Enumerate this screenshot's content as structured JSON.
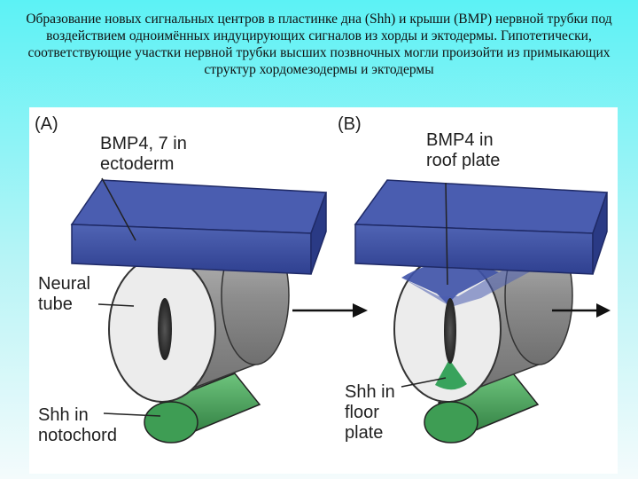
{
  "caption": "Образование новых сигнальных центров в пластинке дна (Shh) и крыши (BMP) нервной трубки под воздействием одноимённых индуцирующих сигналов из хорды и эктодермы. Гипотетически, соответствующие участки нервной трубки высших позвночных могли произойти из примыкающих структур хордомезодермы и эктодермы",
  "panel_a": {
    "letter": "(A)",
    "ectoderm_label": "BMP4, 7 in\nectoderm",
    "neural_label": "Neural\ntube",
    "notochord_label": "Shh in\nnotochord"
  },
  "panel_b": {
    "letter": "(B)",
    "roof_label": "BMP4 in\nroof plate",
    "floor_label": "Shh in\nfloor\nplate"
  },
  "colors": {
    "ectoderm_blue": "#3b4fa0",
    "notochord_green": "#3d9a52",
    "floor_plate_green": "#38a35c",
    "tube_gray": "#9a9a9a",
    "tube_face": "#ebebeb"
  }
}
